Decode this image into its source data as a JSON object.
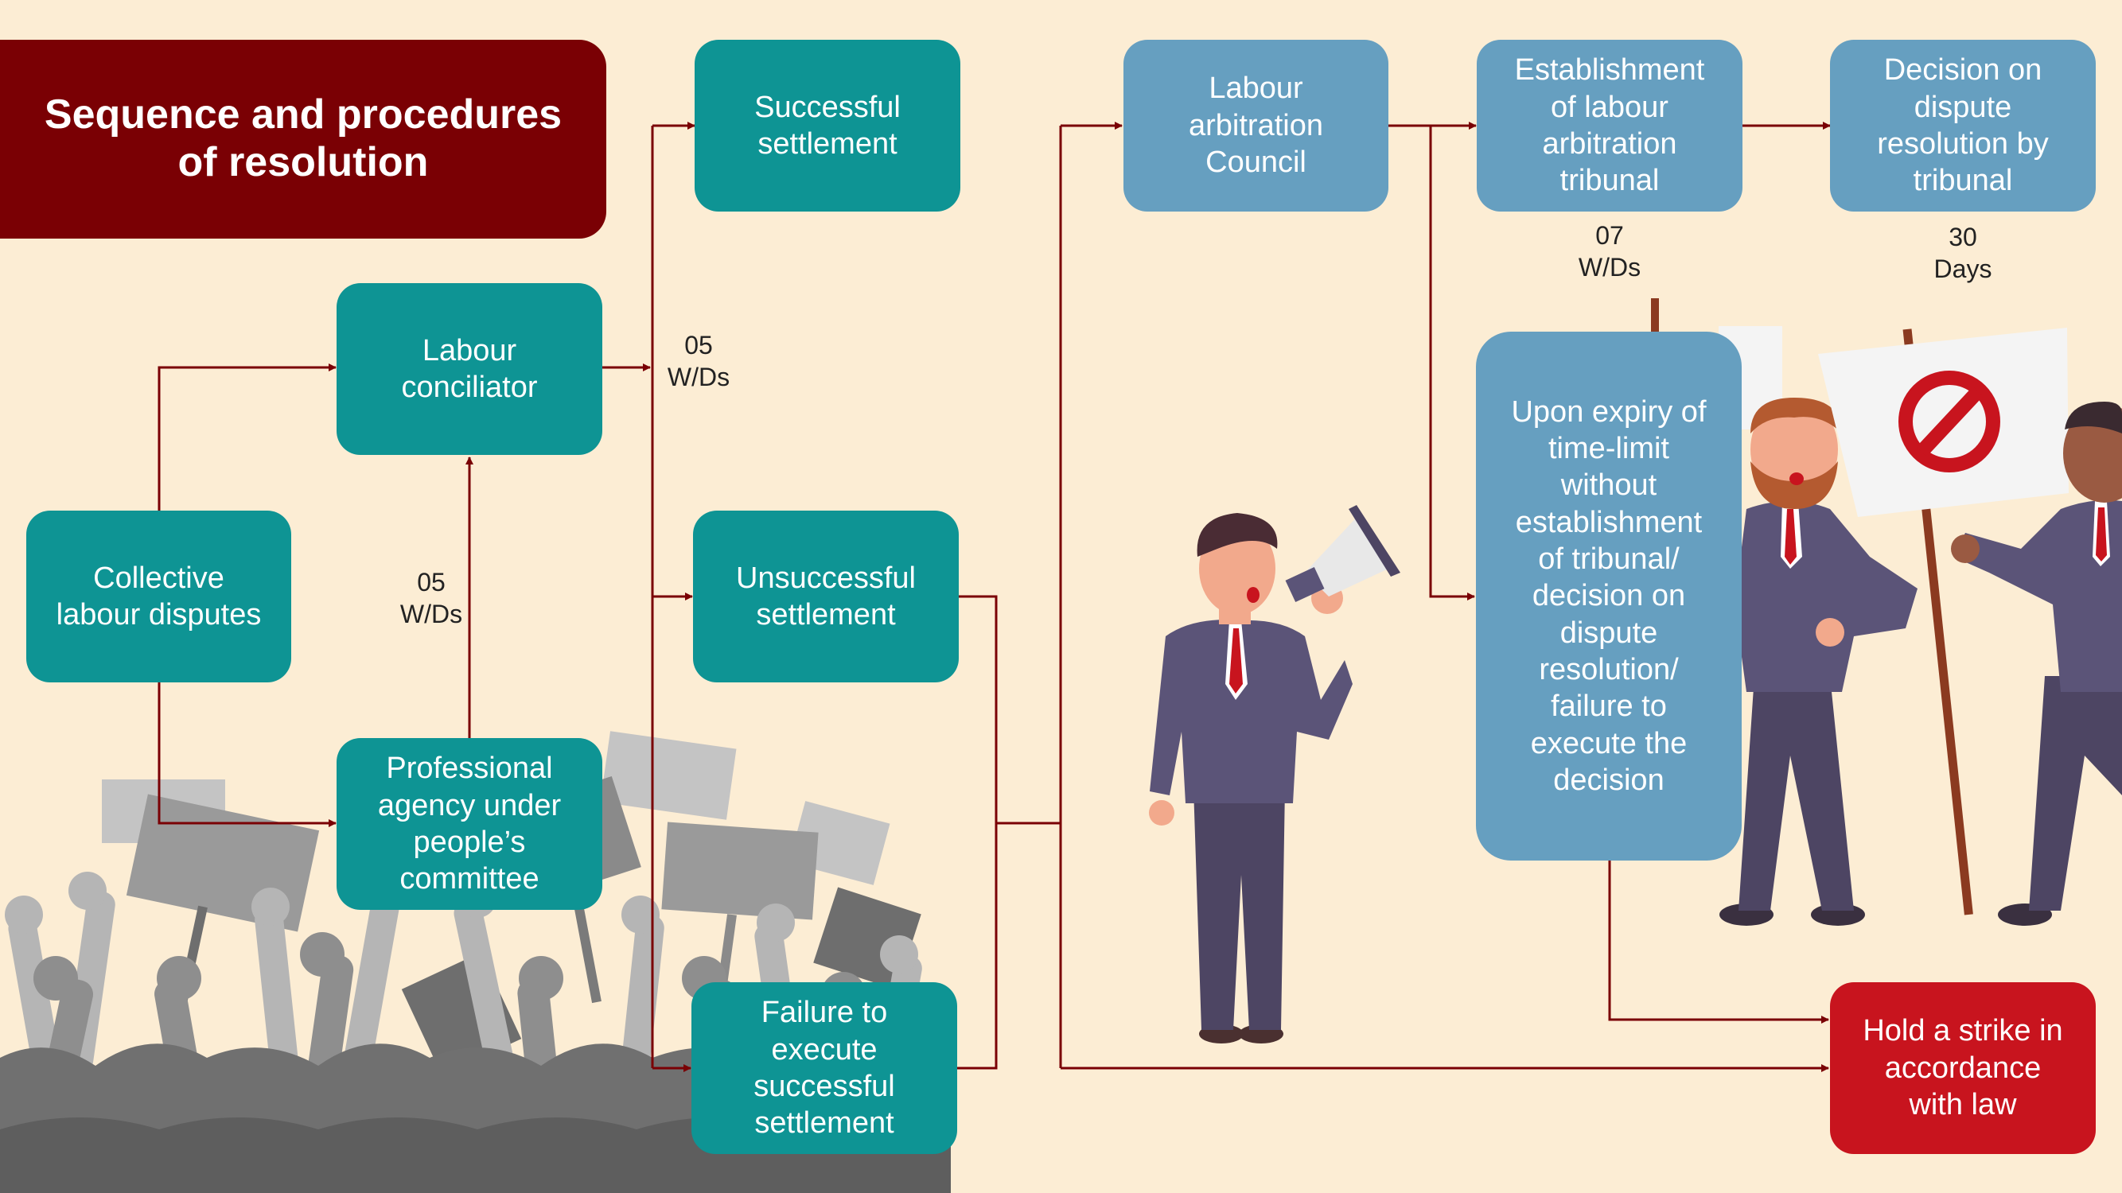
{
  "title": "Sequence and procedures\nof resolution",
  "nodes": {
    "collective_disputes": "Collective\nlabour disputes",
    "labour_conciliator": "Labour\nconciliator",
    "professional_agency": "Professional\nagency under\npeople’s\ncommittee",
    "successful_settlement": "Successful\nsettlement",
    "unsuccessful_settlement": "Unsuccessful\nsettlement",
    "failure_execute": "Failure to\nexecute\nsuccessful\nsettlement",
    "arbitration_council": "Labour\narbitration\nCouncil",
    "establishment_tribunal": "Establishment\nof labour\narbitration\ntribunal",
    "decision_tribunal": "Decision on\ndispute\nresolution by\ntribunal",
    "expiry_time_limit": "Upon expiry of\ntime-limit\nwithout\nestablishment\nof tribunal/\ndecision on\ndispute\nresolution/\nfailure to\nexecute the\ndecision",
    "hold_strike": "Hold a strike in\naccordance\nwith law"
  },
  "time_labels": {
    "agency_to_conciliator": "05\nW/Ds",
    "conciliator_out": "05\nW/Ds",
    "tribunal_establish": "07\nW/Ds",
    "tribunal_decision": "30\nDays"
  },
  "colors": {
    "background": "#fcedd4",
    "title_bg": "#7a0004",
    "teal": "#0e9494",
    "blue": "#669fc0",
    "red": "#c8141e",
    "connector": "#7a0004"
  },
  "illustrations": [
    "protest-crowd-silhouette",
    "man-with-megaphone",
    "man-with-protest-sign",
    "man-with-prohibition-sign",
    "prohibition-icon"
  ]
}
